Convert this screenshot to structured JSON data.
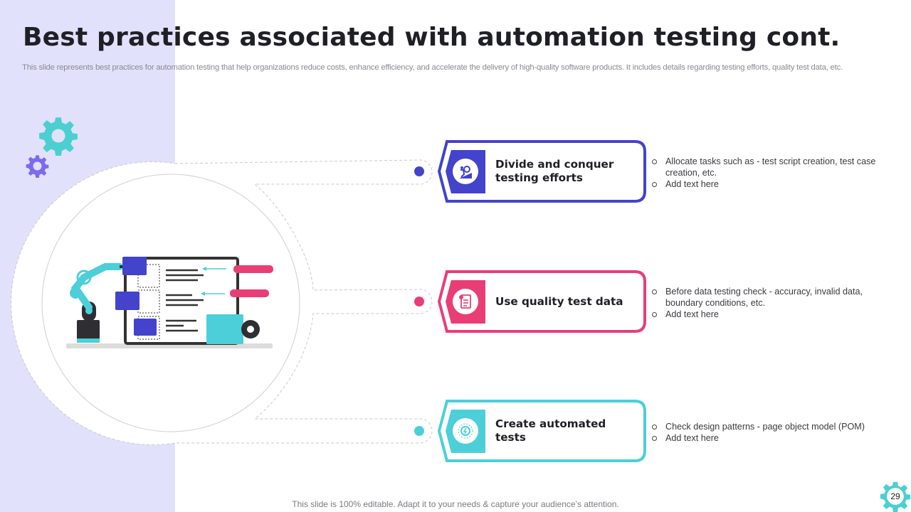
{
  "slide": {
    "title": "Best practices associated with automation testing cont.",
    "subtitle": "This slide represents best practices for automation testing that help organizations reduce costs, enhance efficiency, and accelerate the delivery of high-quality software products. It includes details regarding testing efforts, quality test data, etc.",
    "footer": "This slide is 100% editable. Adapt it to your needs & capture your audience’s attention.",
    "page_number": "29"
  },
  "colors": {
    "left_panel": "#e1e1fb",
    "blue": "#4343cc",
    "pink": "#e93e75",
    "teal": "#4ccfd8",
    "purple_gear": "#7b6cec",
    "teal_gear": "#4ccfd0"
  },
  "decor_icons": [
    "gear-icon-large",
    "gear-icon-small",
    "automation-robot-illustration"
  ],
  "practices": [
    {
      "title": "Divide and conquer testing efforts",
      "icon": "person-pushing-gear-icon",
      "color": "blue",
      "bullets": [
        "Allocate tasks such as - test script creation, test case creation, etc.",
        "Add text here"
      ]
    },
    {
      "title": "Use quality test data",
      "icon": "data-report-icon",
      "color": "pink",
      "bullets": [
        "Before data testing check - accuracy, invalid data, boundary conditions, etc.",
        "Add text here"
      ]
    },
    {
      "title": "Create automated tests",
      "icon": "automation-gear-icon",
      "color": "teal",
      "bullets": [
        "Check design patterns - page object model (POM)",
        "Add text here"
      ]
    }
  ]
}
